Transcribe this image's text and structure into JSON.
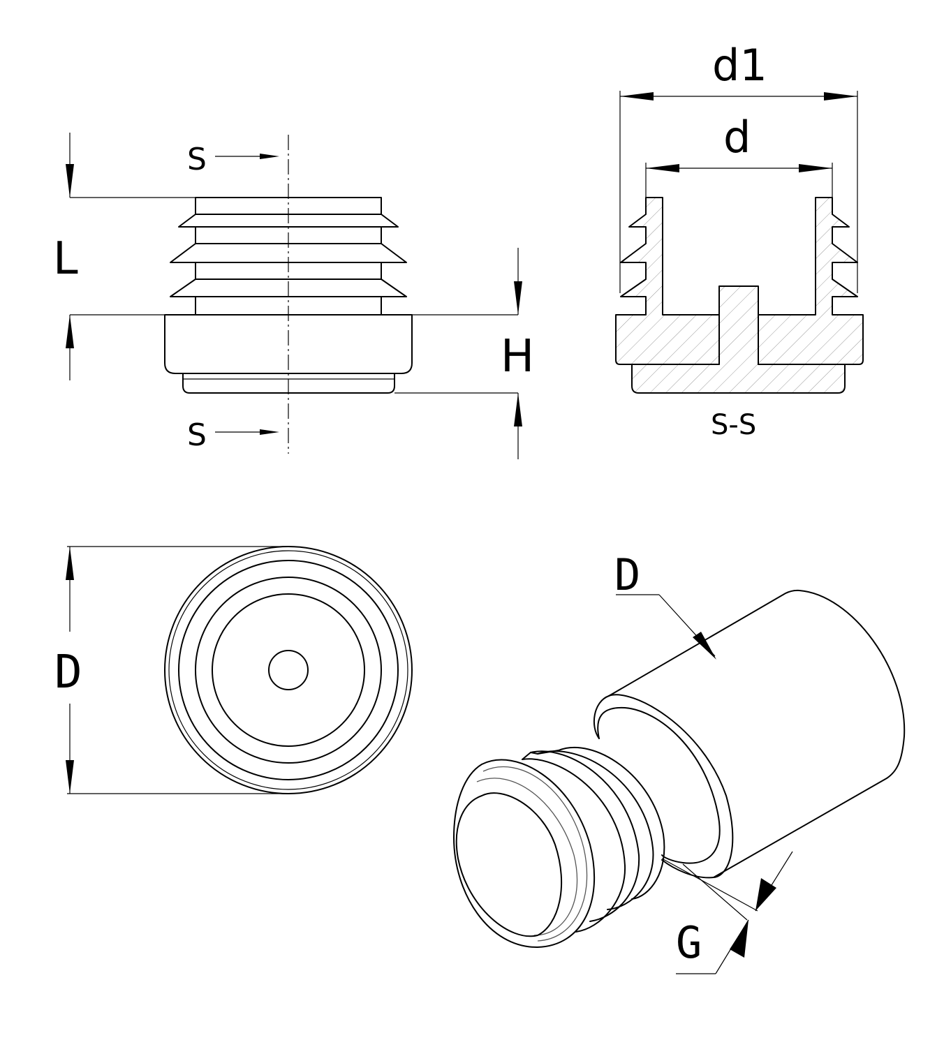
{
  "side_view": {
    "section_mark_top": "S",
    "section_mark_bottom": "S",
    "dim_length": "L",
    "dim_height": "H"
  },
  "section_view": {
    "dim_outer_diameter": "d1",
    "dim_inner_diameter": "d",
    "caption": "S-S"
  },
  "bottom_view": {
    "dim_diameter": "D"
  },
  "iso_view": {
    "dim_diameter": "D",
    "dim_gap": "G"
  }
}
